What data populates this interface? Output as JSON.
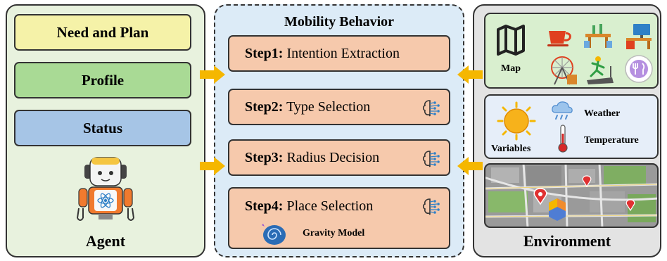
{
  "agent": {
    "need_and_plan": "Need and Plan",
    "profile": "Profile",
    "status": "Status",
    "label": "Agent"
  },
  "mobility": {
    "title": "Mobility Behavior",
    "steps": [
      {
        "prefix": "Step1:",
        "text": " Intention Extraction"
      },
      {
        "prefix": "Step2:",
        "text": " Type Selection"
      },
      {
        "prefix": "Step3:",
        "text": " Radius Decision"
      },
      {
        "prefix": "Step4:",
        "text": " Place Selection"
      }
    ],
    "gravity_model": "Gravity Model"
  },
  "environment": {
    "map_label": "Map",
    "variables_label": "Variables",
    "weather_label": "Weather",
    "temperature_label": "Temperature",
    "label": "Environment"
  },
  "colors": {
    "need_and_plan": "#f5f2a8",
    "profile": "#a9da95",
    "status": "#a6c5e6",
    "step": "#f6c9ac",
    "arrow": "#f5b700",
    "map_box": "#d9efcf",
    "variables_box": "#e6eef9"
  }
}
